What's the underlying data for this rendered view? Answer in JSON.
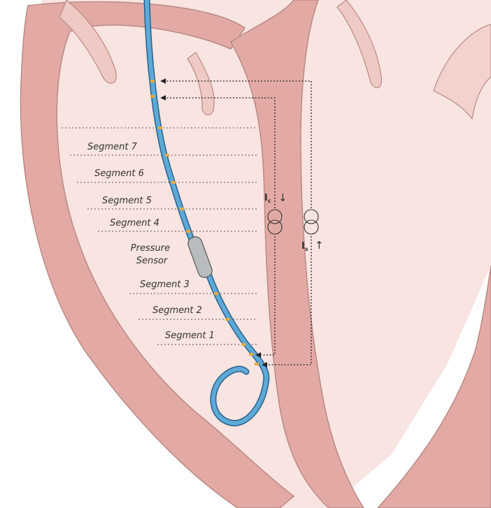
{
  "colors": {
    "background": "#ffffff",
    "cavity": "#f8e4e1",
    "wall": "#e3aaa5",
    "wall_edge": "#b98985",
    "chamber_light": "#f3d2ce",
    "catheter": "#5ea9d6",
    "catheter_edge": "#27628f",
    "electrode": "#e8a93d",
    "sensor": "#b9bcbf",
    "line": "#444444"
  },
  "diagram": {
    "segments": [
      {
        "label": "Segment 7"
      },
      {
        "label": "Segment 6"
      },
      {
        "label": "Segment 5"
      },
      {
        "label": "Segment 4"
      },
      {
        "label": "Pressure Sensor",
        "lines": [
          "Pressure",
          "Sensor"
        ]
      },
      {
        "label": "Segment 3"
      },
      {
        "label": "Segment 2"
      },
      {
        "label": "Segment 1"
      }
    ],
    "currents": {
      "conductance": {
        "symbol": "I",
        "subscript": "c",
        "direction": "down",
        "arrow": "↓"
      },
      "source": {
        "symbol": "I",
        "subscript": "s",
        "direction": "up",
        "arrow": "↑"
      }
    },
    "icons": [
      "current-source-icon",
      "current-source-icon",
      "arrowhead-icon"
    ]
  }
}
